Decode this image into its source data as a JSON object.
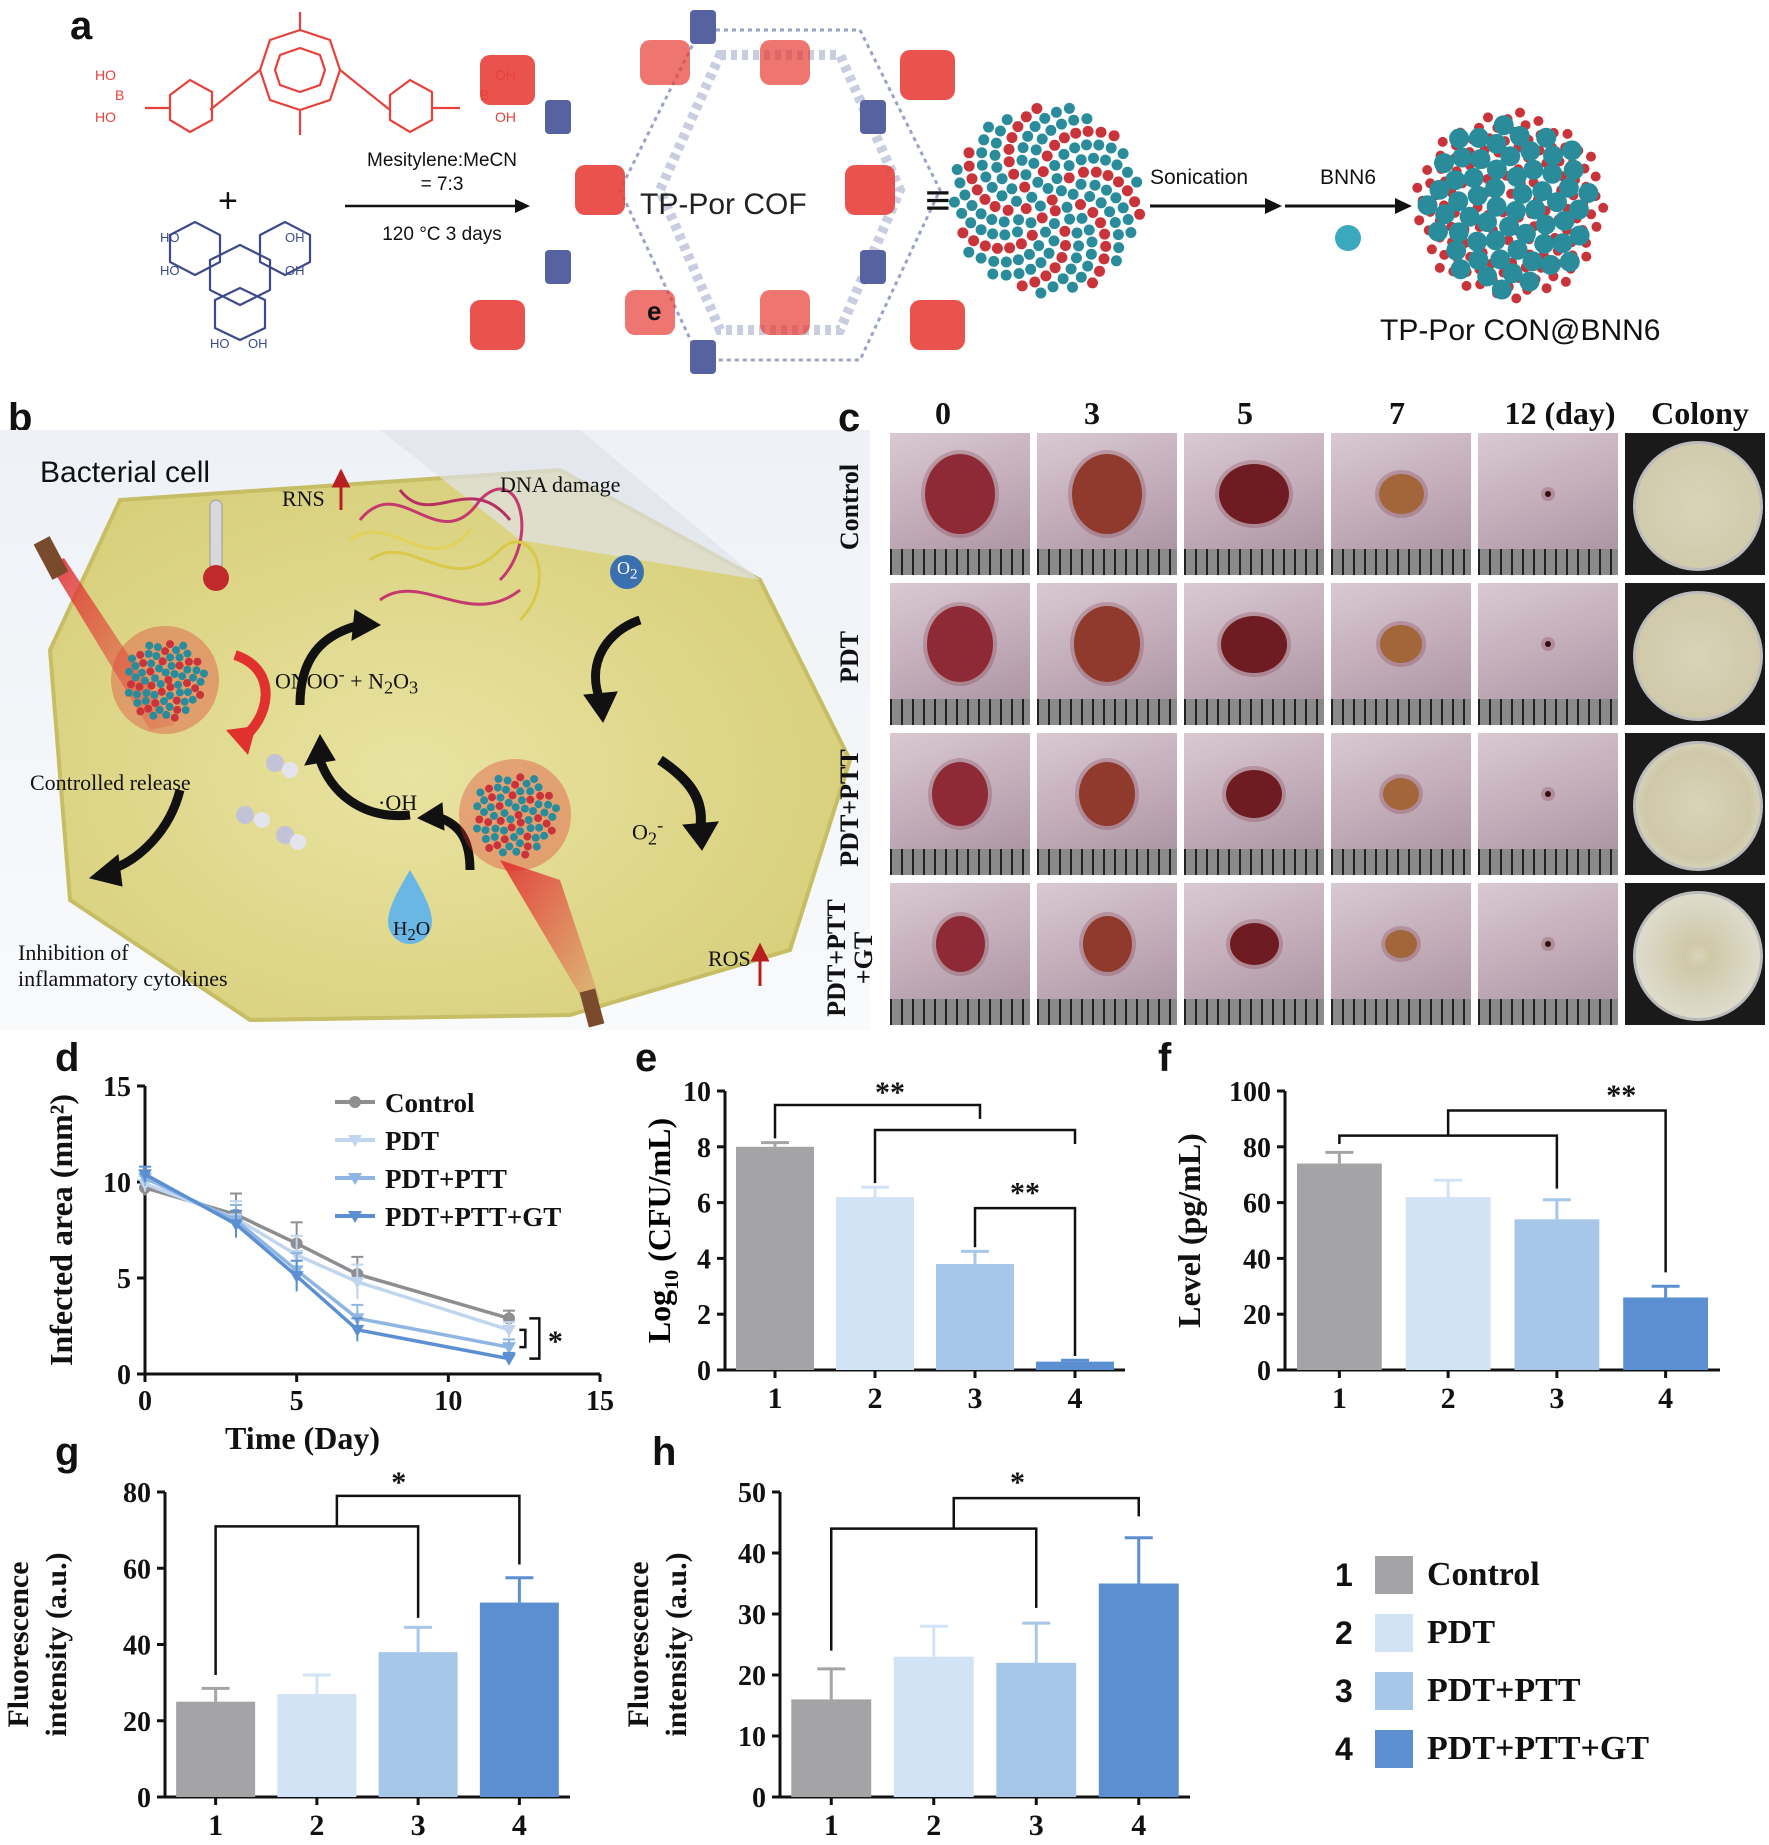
{
  "panels": {
    "a": {
      "label": "a",
      "condition_line1": "Mesitylene:MeCN",
      "condition_line2": "= 7:3",
      "condition_line3": "120 °C 3 days",
      "plus": "+",
      "equiv": "≡",
      "cof_label": "TP-Por COF",
      "stray_e": "e",
      "sonication": "Sonication",
      "bnn6": "BNN6",
      "product": "TP-Por CON@BNN6",
      "colors": {
        "porphyrin": "#e8403a",
        "hhtp": "#3c4a8c",
        "sphere_teal": "#2a8c9a",
        "sphere_red": "#c9343a"
      }
    },
    "b": {
      "label": "b",
      "title": "Bacterial cell",
      "rns": "RNS",
      "dna": "DNA damage",
      "oxygen": "O",
      "oxygen_sub": "2",
      "superoxide": "O",
      "superoxide_sub": "2",
      "superoxide_sup": "-",
      "onoo": "ONOO",
      "onoo_sup": "-",
      "onoo_rest": " + N",
      "n2o3_sub1": "2",
      "n2o3_o": "O",
      "n2o3_sub2": "3",
      "oh": "·OH",
      "release": "Controlled release",
      "water": "H",
      "water_sub": "2",
      "water_o": "O",
      "ros": "ROS",
      "inhib_line1": "Inhibition of",
      "inhib_line2": "inflammatory cytokines"
    },
    "c": {
      "label": "c",
      "columns": [
        "0",
        "3",
        "5",
        "7",
        "12 (day)",
        "Colony"
      ],
      "rows": [
        {
          "label_line1": "Control",
          "label_line2": ""
        },
        {
          "label_line1": "PDT",
          "label_line2": ""
        },
        {
          "label_line1": "PDT+PTT",
          "label_line2": ""
        },
        {
          "label_line1": "PDT+PTT",
          "label_line2": "+GT"
        }
      ]
    }
  },
  "legend": {
    "items": [
      {
        "num": "1",
        "name": "Control",
        "color": "#a4a4a6"
      },
      {
        "num": "2",
        "name": "PDT",
        "color": "#d2e3f5"
      },
      {
        "num": "3",
        "name": "PDT+PTT",
        "color": "#a7c7e9"
      },
      {
        "num": "4",
        "name": "PDT+PTT+GT",
        "color": "#5b8fd1"
      }
    ]
  },
  "chart_data": [
    {
      "panel": "d",
      "type": "line",
      "xlabel": "Time (Day)",
      "ylabel": "Infected area (mm²)",
      "xlim": [
        0,
        15
      ],
      "ylim": [
        0,
        15
      ],
      "xticks": [
        "0",
        "5",
        "10",
        "15"
      ],
      "yticks": [
        "0",
        "5",
        "10",
        "15"
      ],
      "x": [
        0,
        3,
        5,
        7,
        12
      ],
      "series": [
        {
          "name": "Control",
          "values": [
            9.7,
            8.3,
            6.8,
            5.2,
            2.9
          ],
          "errors": [
            0.4,
            1.1,
            1.1,
            0.9,
            0.4
          ],
          "color": "#8e8e90"
        },
        {
          "name": "PDT",
          "values": [
            9.9,
            8.1,
            6.2,
            4.8,
            2.3
          ],
          "errors": [
            0.4,
            0.9,
            1.0,
            0.9,
            0.4
          ],
          "color": "#bfd6ee"
        },
        {
          "name": "PDT+PTT",
          "values": [
            10.2,
            8.0,
            5.4,
            2.9,
            1.4
          ],
          "errors": [
            0.4,
            0.8,
            0.9,
            0.7,
            0.4
          ],
          "color": "#8fb6e3"
        },
        {
          "name": "PDT+PTT+GT",
          "values": [
            10.4,
            7.8,
            5.1,
            2.3,
            0.8
          ],
          "errors": [
            0.4,
            0.7,
            0.8,
            0.6,
            0.3
          ],
          "color": "#5b8fd1"
        }
      ],
      "significance": "*"
    },
    {
      "panel": "e",
      "type": "bar",
      "categories": [
        "1",
        "2",
        "3",
        "4"
      ],
      "values": [
        8.0,
        6.2,
        3.8,
        0.3
      ],
      "errors": [
        0.15,
        0.35,
        0.45,
        0.05
      ],
      "ylabel_main": "Log",
      "ylabel_sub": "10",
      "ylabel_rest": " (CFU/mL)",
      "ylim": [
        0,
        10
      ],
      "yticks": [
        "0",
        "2",
        "4",
        "6",
        "8",
        "10"
      ],
      "significance": [
        "**",
        "**"
      ]
    },
    {
      "panel": "f",
      "type": "bar",
      "categories": [
        "1",
        "2",
        "3",
        "4"
      ],
      "values": [
        74,
        62,
        54,
        26
      ],
      "errors": [
        4,
        6,
        7,
        4
      ],
      "ylabel": "Level (pg/mL)",
      "ylim": [
        0,
        100
      ],
      "yticks": [
        "0",
        "20",
        "40",
        "60",
        "80",
        "100"
      ],
      "significance": [
        "**"
      ]
    },
    {
      "panel": "g",
      "type": "bar",
      "categories": [
        "1",
        "2",
        "3",
        "4"
      ],
      "values": [
        25,
        27,
        38,
        51
      ],
      "errors": [
        3.5,
        5,
        6.5,
        6.5
      ],
      "ylabel_line1": "Fluorescence",
      "ylabel_line2": "intensity (a.u.)",
      "ylim": [
        0,
        80
      ],
      "yticks": [
        "0",
        "20",
        "40",
        "60",
        "80"
      ],
      "significance": [
        "*"
      ]
    },
    {
      "panel": "h",
      "type": "bar",
      "categories": [
        "1",
        "2",
        "3",
        "4"
      ],
      "values": [
        16,
        23,
        22,
        35
      ],
      "errors": [
        5,
        5,
        6.5,
        7.5
      ],
      "ylabel_line1": "Fluorescence",
      "ylabel_line2": "intensity (a.u.)",
      "ylim": [
        0,
        50
      ],
      "yticks": [
        "0",
        "10",
        "20",
        "30",
        "40",
        "50"
      ],
      "significance": [
        "*"
      ]
    }
  ]
}
